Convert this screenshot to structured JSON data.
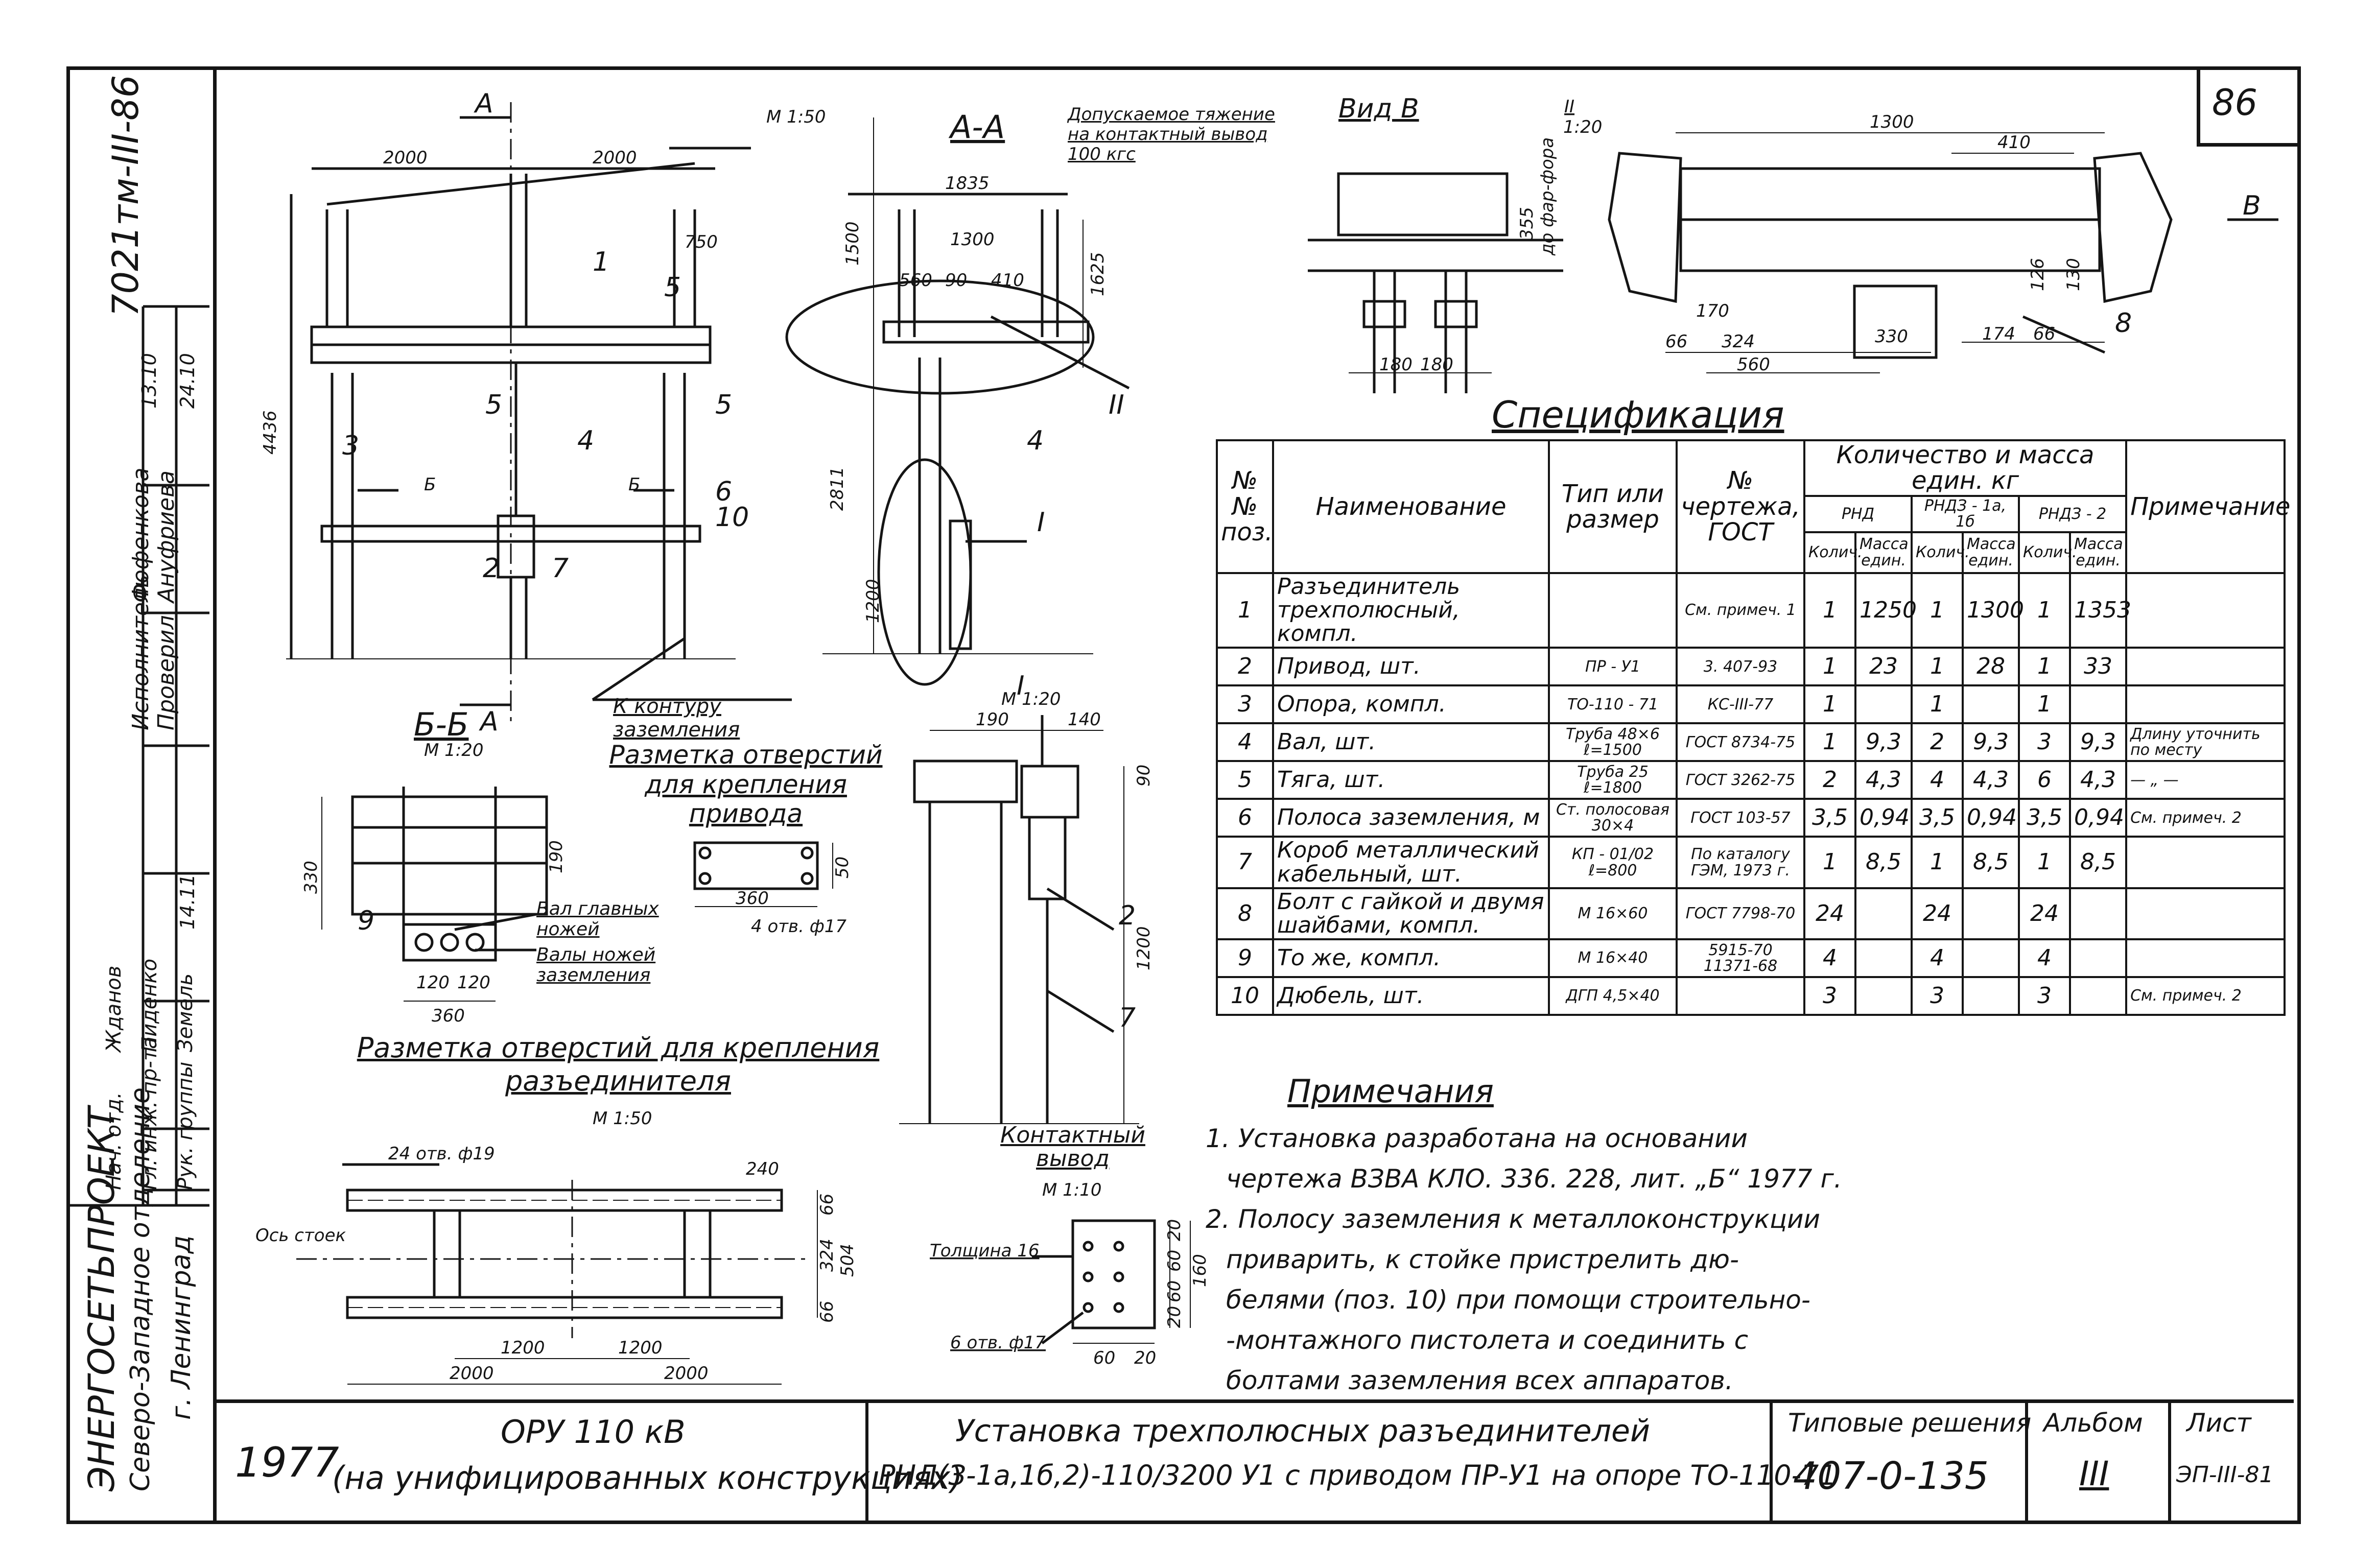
{
  "stamp": {
    "drawing_code": "7021тм-III-86",
    "org": "ЭНЕРГОСЕТЬПРОЕКТ",
    "branch": "Северо-Западное отделение",
    "city": "г. Ленинград",
    "roles": [
      {
        "role": "Исполнитель",
        "name": "Фофенкова"
      },
      {
        "role": "Проверил",
        "name": "Ануфриева"
      },
      {
        "role": "Нач. отд.",
        "name": "Жданов"
      },
      {
        "role": "Гл. инж. пр-та",
        "name": "Пиденко"
      },
      {
        "role": "Рук. группы",
        "name": "Земель"
      }
    ],
    "dates": [
      "13.10",
      "24.10",
      "14.11"
    ]
  },
  "sheet_corner": "86",
  "views": {
    "main": {
      "section_mark": "А",
      "scale": "М 1:50",
      "dims": [
        "2000",
        "2000",
        "750",
        "4436"
      ],
      "positions": [
        "1",
        "5",
        "5",
        "5",
        "3",
        "4",
        "6",
        "10",
        "2",
        "7"
      ],
      "section_b": "Б",
      "note": "К контуру заземления"
    },
    "aa": {
      "title": "А-А",
      "dims": [
        "1835",
        "1300",
        "560",
        "90",
        "410",
        "1500",
        "1625",
        "2811",
        "1200"
      ],
      "callout_2": "II",
      "callout_1": "I",
      "pos": "4"
    },
    "tension": "Допускаемое тяжение на контактный вывод 100 кгс",
    "vid_b": {
      "title": "Вид В",
      "dims": [
        "355",
        "до фар-фора",
        "180",
        "180"
      ]
    },
    "detail_2": {
      "title": "II",
      "scale": "1:20",
      "dims": [
        "1300",
        "410",
        "170",
        "66",
        "324",
        "560",
        "330",
        "174",
        "66",
        "126",
        "130"
      ],
      "pos": "8",
      "arrow": "В"
    },
    "bb": {
      "title": "Б-Б",
      "scale": "М 1:20",
      "dims": [
        "330",
        "190",
        "120",
        "120",
        "360"
      ],
      "pos": "9",
      "label1": "Вал главных ножей",
      "label2": "Валы ножей заземления"
    },
    "drill_drive": {
      "title": "Разметка отверстий для крепления привода",
      "dims": [
        "50",
        "360"
      ],
      "holes": "4 отв. ф17"
    },
    "detail_1": {
      "title": "I",
      "scale": "М 1:20",
      "dims": [
        "190",
        "140",
        "90",
        "1200"
      ],
      "positions": [
        "2",
        "7"
      ]
    },
    "terminal": {
      "title": "Контактный вывод",
      "scale": "М 1:10",
      "thickness": "Толщина 16",
      "holes": "6 отв. ф17",
      "dims": [
        "20",
        "60",
        "60",
        "20",
        "160",
        "60",
        "20"
      ]
    },
    "drill_switch": {
      "title": "Разметка отверстий для крепления разъединителя",
      "scale": "М 1:50",
      "holes": "24 отв. ф19",
      "axis": "Ось стоек",
      "dims": [
        "240",
        "66",
        "324",
        "504",
        "66",
        "1200",
        "1200",
        "2000",
        "2000"
      ]
    }
  },
  "spec": {
    "title": "Спецификация",
    "headers": {
      "pos": "№№ поз.",
      "name": "Наименование",
      "type": "Тип или размер",
      "gost": "№ чертежа, ГОСТ",
      "qty_mass": "Количество и масса един. кг",
      "rnd": "РНД",
      "rnd1": "РНДЗ - 1а, 1б",
      "rnd2": "РНДЗ - 2",
      "qty": "Колич.",
      "mass": "Масса един.",
      "note": "Примечание"
    },
    "rows": [
      {
        "pos": "1",
        "name": "Разъединитель трехполюсный, компл.",
        "type": "",
        "gost": "См. примеч. 1",
        "q1": "1",
        "m1": "1250",
        "q2": "1",
        "m2": "1300",
        "q3": "1",
        "m3": "1353",
        "note": ""
      },
      {
        "pos": "2",
        "name": "Привод, шт.",
        "type": "ПР - У1",
        "gost": "3. 407-93",
        "q1": "1",
        "m1": "23",
        "q2": "1",
        "m2": "28",
        "q3": "1",
        "m3": "33",
        "note": ""
      },
      {
        "pos": "3",
        "name": "Опора, компл.",
        "type": "ТО-110 - 71",
        "gost": "КС-III-77",
        "q1": "1",
        "m1": "",
        "q2": "1",
        "m2": "",
        "q3": "1",
        "m3": "",
        "note": ""
      },
      {
        "pos": "4",
        "name": "Вал, шт.",
        "type": "Труба 48×6 ℓ=1500",
        "gost": "ГОСТ 8734-75",
        "q1": "1",
        "m1": "9,3",
        "q2": "2",
        "m2": "9,3",
        "q3": "3",
        "m3": "9,3",
        "note": "Длину уточнить по месту"
      },
      {
        "pos": "5",
        "name": "Тяга, шт.",
        "type": "Труба 25 ℓ=1800",
        "gost": "ГОСТ 3262-75",
        "q1": "2",
        "m1": "4,3",
        "q2": "4",
        "m2": "4,3",
        "q3": "6",
        "m3": "4,3",
        "note": "— „ —"
      },
      {
        "pos": "6",
        "name": "Полоса заземления, м",
        "type": "Ст. полосовая 30×4",
        "gost": "ГОСТ 103-57",
        "q1": "3,5",
        "m1": "0,94",
        "q2": "3,5",
        "m2": "0,94",
        "q3": "3,5",
        "m3": "0,94",
        "note": "См. примеч. 2"
      },
      {
        "pos": "7",
        "name": "Короб металлический кабельный, шт.",
        "type": "КП - 01/02 ℓ=800",
        "gost": "По каталогу ГЭМ, 1973 г.",
        "q1": "1",
        "m1": "8,5",
        "q2": "1",
        "m2": "8,5",
        "q3": "1",
        "m3": "8,5",
        "note": ""
      },
      {
        "pos": "8",
        "name": "Болт с гайкой и двумя шайбами, компл.",
        "type": "М 16×60",
        "gost": "ГОСТ 7798-70",
        "q1": "24",
        "m1": "",
        "q2": "24",
        "m2": "",
        "q3": "24",
        "m3": "",
        "note": ""
      },
      {
        "pos": "9",
        "name": "То же, компл.",
        "type": "М 16×40",
        "gost": "5915-70 11371-68",
        "q1": "4",
        "m1": "",
        "q2": "4",
        "m2": "",
        "q3": "4",
        "m3": "",
        "note": ""
      },
      {
        "pos": "10",
        "name": "Дюбель, шт.",
        "type": "ДГП 4,5×40",
        "gost": "",
        "q1": "3",
        "m1": "",
        "q2": "3",
        "m2": "",
        "q3": "3",
        "m3": "",
        "note": "См. примеч. 2"
      }
    ]
  },
  "notes": {
    "title": "Примечания",
    "items": [
      "1. Установка разработана на основании",
      "чертежа ВЗВА КЛО. 336. 228, лит. „Б“ 1977 г.",
      "2. Полосу заземления к металлоконструкции",
      "приварить, к стойке пристрелить дю-",
      "белями (поз. 10) при помощи строительно-",
      "-монтажного пистолета и соединить с",
      "болтами заземления всех аппаратов."
    ]
  },
  "title_block": {
    "year": "1977",
    "object_line1": "ОРУ 110 кВ",
    "object_line2": "(на унифицированных конструкциях)",
    "desc_line1": "Установка трехполюсных разъединителей",
    "desc_line2": "РНД(З-1а,1б,2)-110/3200 У1 с приводом ПР-У1 на опоре ТО-110-71",
    "series_label": "Типовые решения",
    "series": "407-0-135",
    "album_label": "Альбом",
    "album": "III",
    "sheet_label": "Лист",
    "sheet": "ЭП-III-81"
  }
}
